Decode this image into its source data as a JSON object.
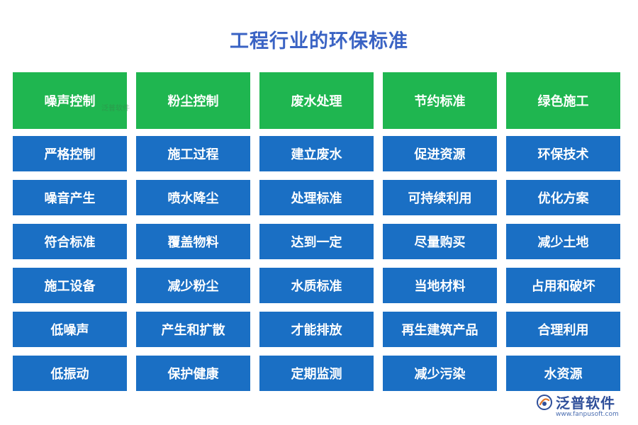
{
  "title": "工程行业的环保标准",
  "columns": [
    {
      "header": "噪声控制",
      "items": [
        "严格控制",
        "噪音产生",
        "符合标准",
        "施工设备",
        "低噪声",
        "低振动"
      ]
    },
    {
      "header": "粉尘控制",
      "items": [
        "施工过程",
        "喷水降尘",
        "覆盖物料",
        "减少粉尘",
        "产生和扩散",
        "保护健康"
      ]
    },
    {
      "header": "废水处理",
      "items": [
        "建立废水",
        "处理标准",
        "达到一定",
        "水质标准",
        "才能排放",
        "定期监测"
      ]
    },
    {
      "header": "节约标准",
      "items": [
        "促进资源",
        "可持续利用",
        "尽量购买",
        "当地材料",
        "再生建筑产品",
        "减少污染"
      ]
    },
    {
      "header": "绿色施工",
      "items": [
        "环保技术",
        "优化方案",
        "减少土地",
        "占用和破坏",
        "合理利用",
        "水资源"
      ]
    }
  ],
  "watermark": "泛普软件",
  "brand": {
    "name": "泛普软件",
    "url": "www.fanpusoft.com",
    "logo_icon": "fanpu-logo-icon"
  },
  "colors": {
    "title": "#3a63c4",
    "header_bg": "#1fb650",
    "item_bg": "#1a6fc4",
    "text": "#ffffff"
  }
}
